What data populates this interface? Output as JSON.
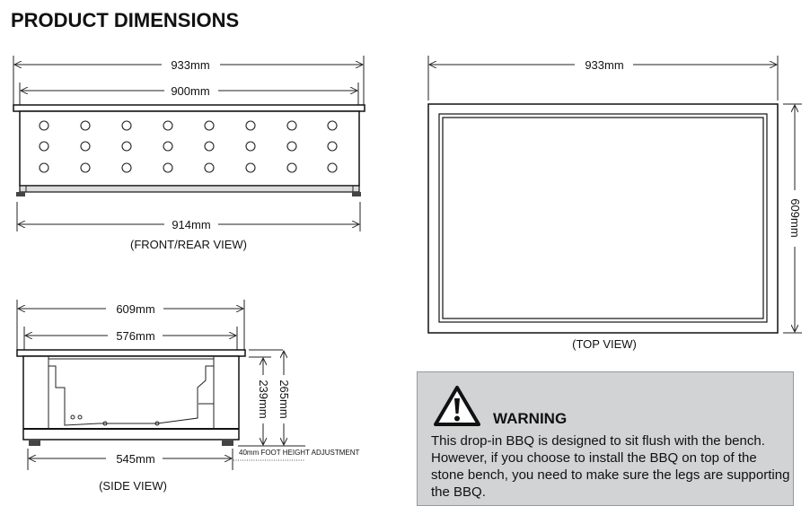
{
  "title": "PRODUCT DIMENSIONS",
  "front_view": {
    "caption": "(FRONT/REAR VIEW)",
    "overall_width": "933mm",
    "inner_width": "900mm",
    "base_width": "914mm"
  },
  "top_view": {
    "caption": "(TOP VIEW)",
    "width": "933mm",
    "depth": "609mm"
  },
  "side_view": {
    "caption": "(SIDE VIEW)",
    "overall_depth": "609mm",
    "inner_depth": "576mm",
    "base_depth": "545mm",
    "body_height": "239mm",
    "total_height": "265mm",
    "foot_note": "40mm FOOT HEIGHT ADJUSTMENT"
  },
  "warning": {
    "icon": "warning-triangle-icon",
    "title": "WARNING",
    "text": "This drop-in BBQ is designed to sit flush with the bench. However, if you choose to install the BBQ on top of the stone bench, you need to make sure the legs are supporting the BBQ."
  }
}
